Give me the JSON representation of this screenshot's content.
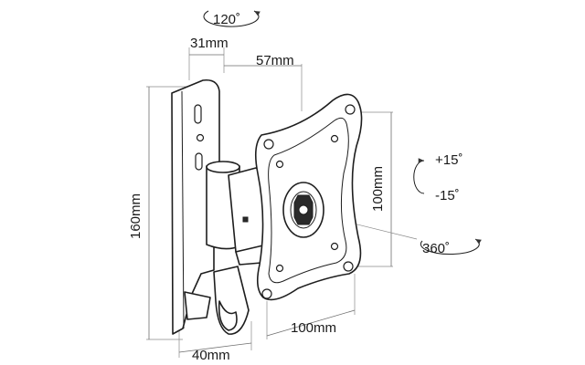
{
  "labels": {
    "tilt_h": "120˚",
    "depth_min": "31mm",
    "depth_max": "57mm",
    "height": "160mm",
    "vesa_v": "100mm",
    "vesa_h": "100mm",
    "base": "40mm",
    "tilt_up": "+15˚",
    "tilt_down": "-15˚",
    "rotate": "360˚"
  }
}
